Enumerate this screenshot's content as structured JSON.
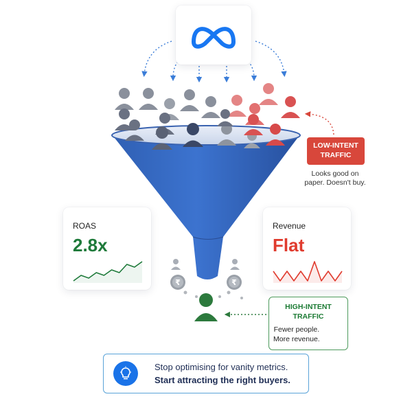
{
  "brand": {
    "logo": "meta-logo",
    "color": "#1877f2"
  },
  "callouts": {
    "low_intent": {
      "title_line1": "LOW-INTENT",
      "title_line2": "TRAFFIC",
      "note_line1": "Looks good on",
      "note_line2": "paper. Doesn't buy.",
      "color": "#d8473b"
    },
    "high_intent": {
      "title_line1": "HIGH-INTENT",
      "title_line2": "TRAFFIC",
      "note_line1": "Fewer people.",
      "note_line2": "More revenue.",
      "color": "#1b7a33"
    }
  },
  "metrics": {
    "roas": {
      "label": "ROAS",
      "value": "2.8x",
      "color": "#1e7a3a",
      "trend": [
        3,
        5,
        4,
        6,
        5,
        7,
        6,
        9,
        8,
        10
      ]
    },
    "revenue": {
      "label": "Revenue",
      "value": "Flat",
      "color": "#e03b2e",
      "trend": [
        6,
        5,
        6,
        5,
        6,
        5,
        7,
        5,
        6,
        5,
        6
      ]
    }
  },
  "coins": {
    "symbol": "₹"
  },
  "banner": {
    "icon": "lightbulb-icon",
    "line1": "Stop optimising for vanity metrics.",
    "line2": "Start attracting the right buyers."
  }
}
